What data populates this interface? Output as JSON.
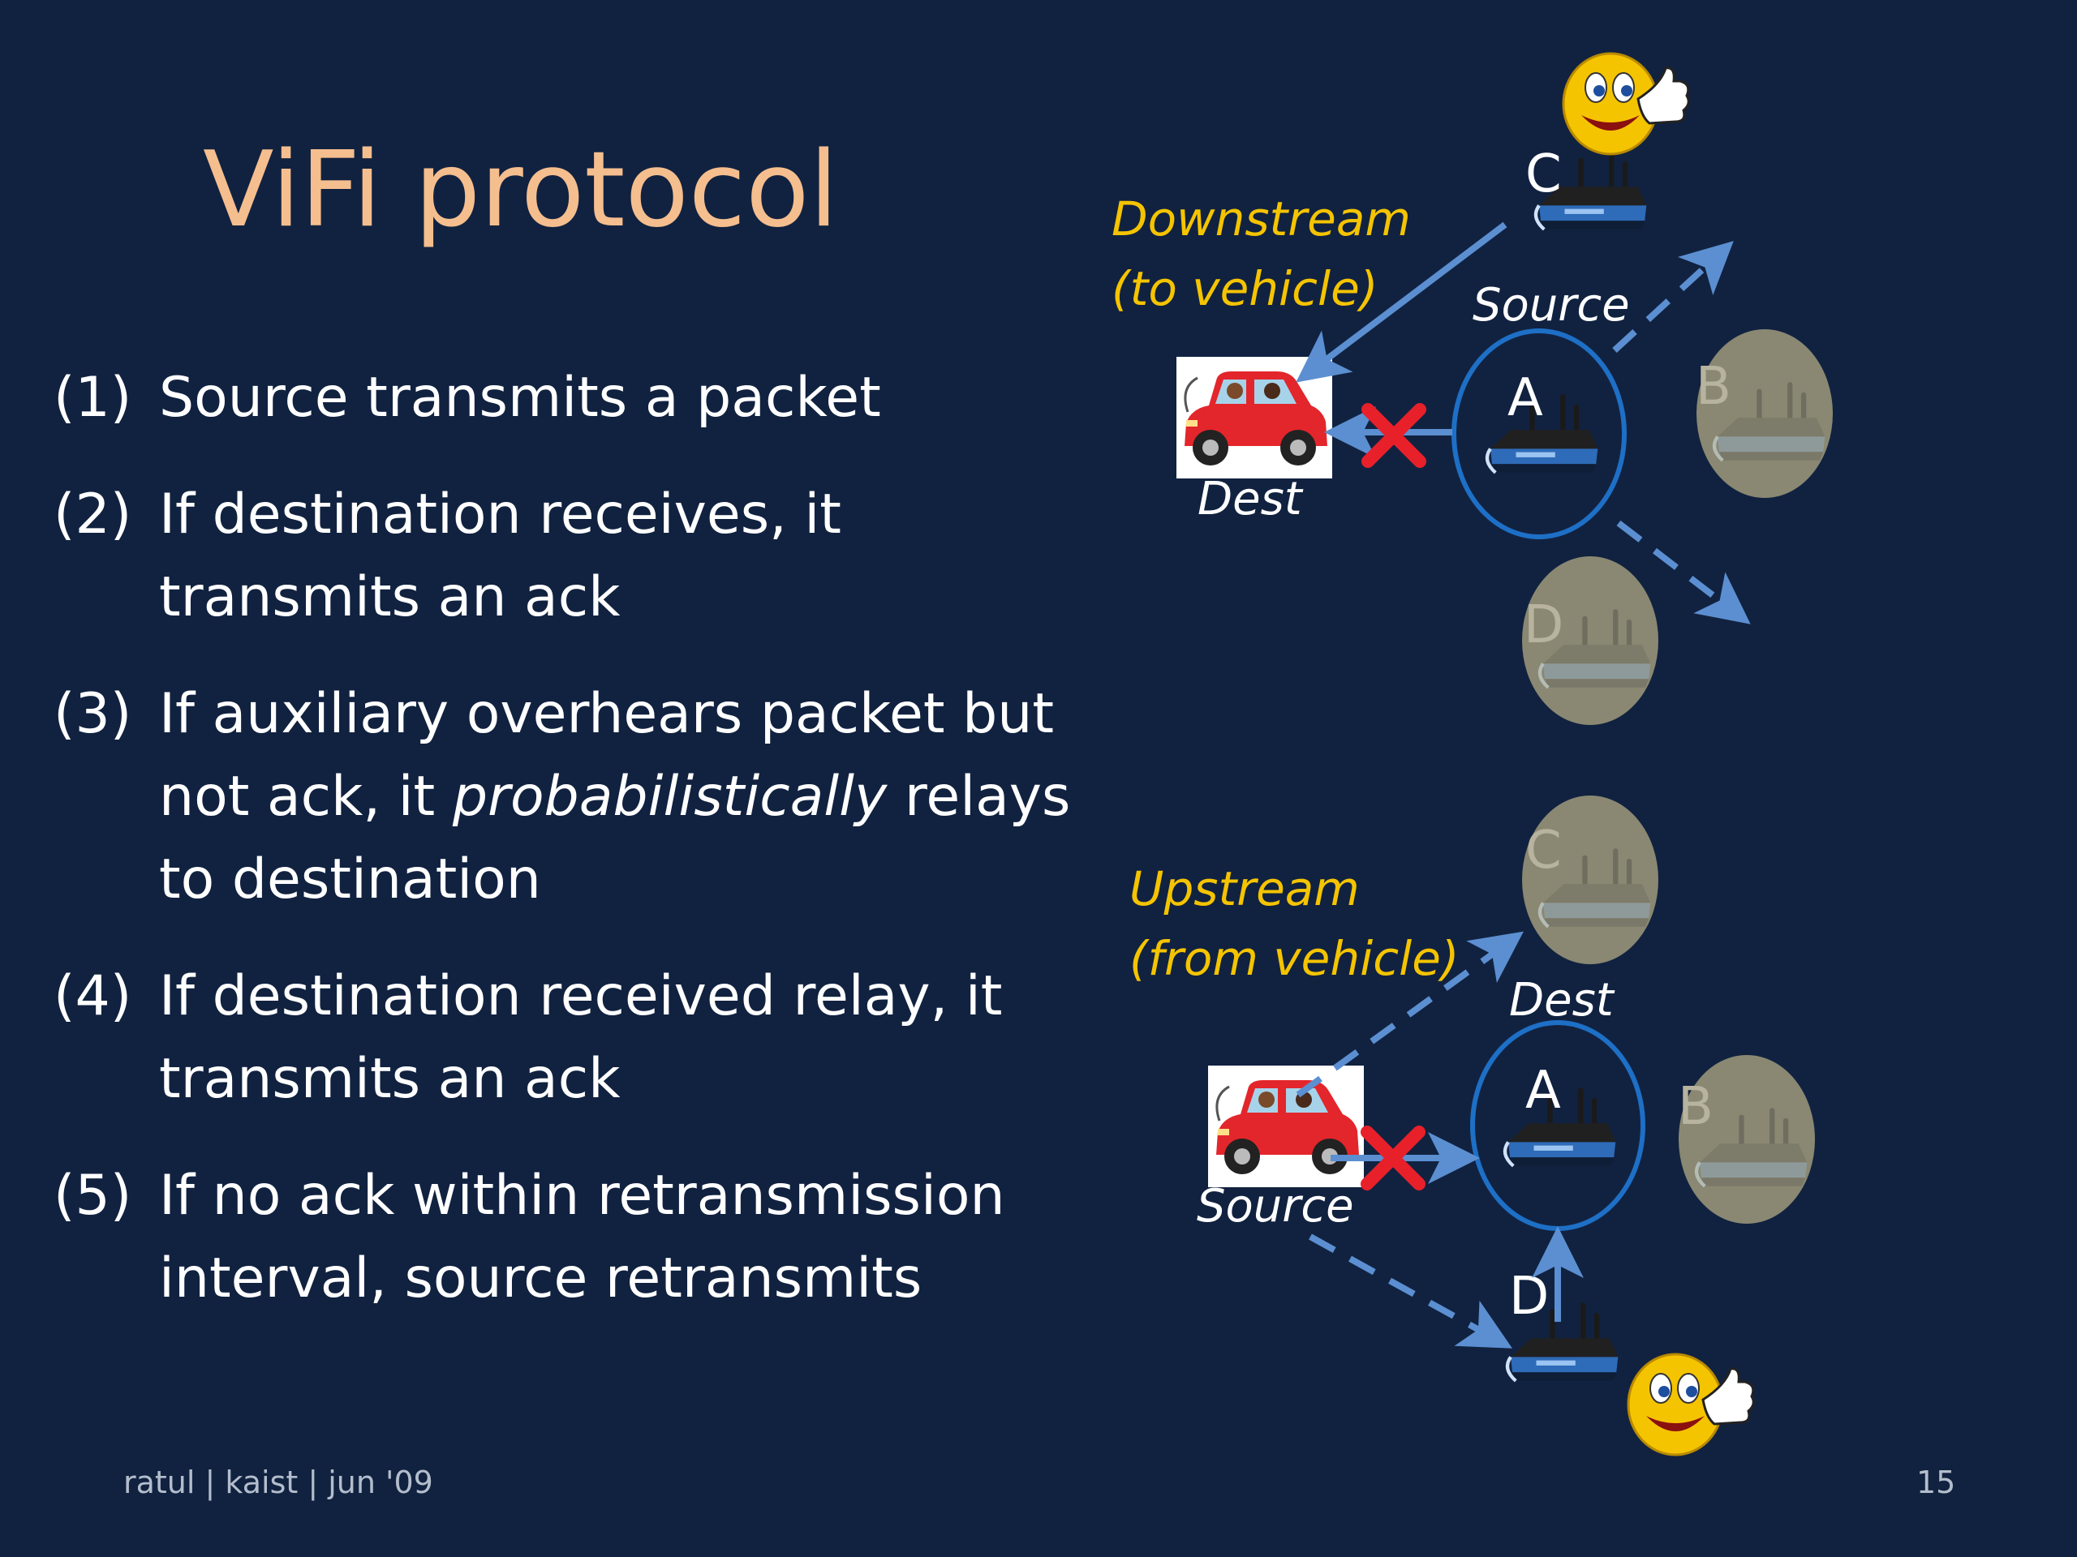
{
  "slide": {
    "title": "ViFi protocol",
    "footer": "ratul | kaist | jun '09",
    "page_number": "15"
  },
  "steps": [
    {
      "num": "(1)",
      "pre": "Source transmits a packet",
      "em": "",
      "post": ""
    },
    {
      "num": "(2)",
      "pre": "If destination receives, it transmits an ack",
      "em": "",
      "post": ""
    },
    {
      "num": "(3)",
      "pre": "If auxiliary overhears packet but not ack, it ",
      "em": "probabilistically",
      "post": " relays to destination"
    },
    {
      "num": "(4)",
      "pre": "If destination received relay, it transmits an ack",
      "em": "",
      "post": ""
    },
    {
      "num": "(5)",
      "pre": "If no ack within retransmission interval, source retransmits",
      "em": "",
      "post": ""
    }
  ],
  "downstream": {
    "label_line1": "Downstream",
    "label_line2": "(to vehicle)",
    "source_label": "Source",
    "dest_label": "Dest",
    "nodes": {
      "c": "C",
      "a": "A",
      "b": "B",
      "d": "D"
    }
  },
  "upstream": {
    "label_line1": "Upstream",
    "label_line2": "(from vehicle)",
    "source_label": "Source",
    "dest_label": "Dest",
    "nodes": {
      "c": "C",
      "a": "A",
      "b": "B",
      "d": "D"
    }
  },
  "colors": {
    "background": "#112240",
    "title": "#F5BE8E",
    "label_yellow": "#F5C400",
    "arrow_blue": "#5B8FD1",
    "fail_red": "#E8202A",
    "circle_outline": "#1E6FC6",
    "inactive_node": "#8A8872"
  },
  "icons": {
    "router": "wireless-router-icon",
    "vehicle": "car-icon",
    "failure": "red-x-icon",
    "smiley": "thumbs-up-smiley-icon"
  }
}
